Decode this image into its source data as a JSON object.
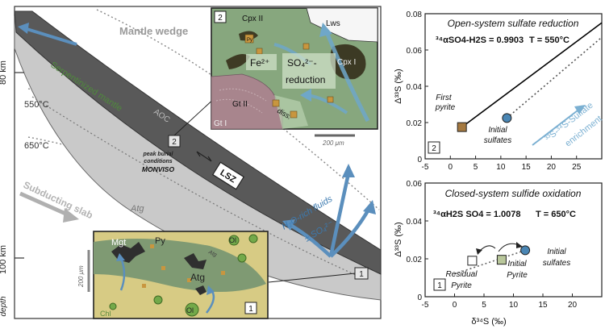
{
  "cross_section": {
    "label_mantle_wedge": "Mantle wedge",
    "label_80km": "80 km",
    "label_100km": "100 km",
    "label_depth": "depth",
    "label_serpentinized": "Serpentinized mantle",
    "label_aoc": "AOC",
    "label_550": "550°C",
    "label_650": "650°C",
    "label_peak1": "peak burial",
    "label_peak2": "conditions",
    "label_monviso": "MONVISO",
    "label_lsz": "LSZ",
    "label_subducting": "Subducting slab",
    "label_atg": "Atg",
    "label_fluids1": "H₂O-rich fluids",
    "label_fluids2": "± SO₄²⁻",
    "marker_1": "1",
    "marker_2": "2"
  },
  "inset2": {
    "number": "2",
    "cpx2": "Cpx II",
    "lws": "Lws",
    "py": "Py",
    "fe": "Fe²⁺",
    "so4": "SO₄²⁻-",
    "reduction": "reduction",
    "cpx1": "Cpx I",
    "gt2": "Gt II",
    "gt1": "Gt I",
    "diss": "diss.",
    "scale": "200 μm"
  },
  "inset1": {
    "number": "1",
    "mgt": "Mgt",
    "py": "Py",
    "ol_top": "Ol",
    "atg_small": "Atg",
    "atg": "Atg",
    "ol_bottom": "Ol",
    "chl": "Chl",
    "scale": "200 μm"
  },
  "chart_data": [
    {
      "type": "scatter",
      "title": "Open-system sulfate reduction",
      "annotation_alpha": "³⁴αSO4-H2S = 0.9903",
      "annotation_temp": "T = 550°C",
      "ylabel": "Δ³³S (‰)",
      "xlim": [
        -5,
        30
      ],
      "ylim": [
        0,
        0.08
      ],
      "x_ticks": [
        -5,
        0,
        5,
        10,
        15,
        20,
        25
      ],
      "y_ticks": [
        0,
        0.02,
        0.04,
        0.06,
        0.08
      ],
      "panel_number": "2",
      "points": [
        {
          "label": "First pyrite",
          "x": 2.3,
          "y": 0.0175,
          "marker": "square",
          "color": "#a5793f"
        },
        {
          "label": "Initial sulfates",
          "x": 11.2,
          "y": 0.0225,
          "marker": "circle",
          "color": "#4a86b4"
        }
      ],
      "lines": [
        {
          "style": "solid",
          "color": "#000000",
          "x": [
            2.3,
            30
          ],
          "y": [
            0.0175,
            0.075
          ]
        },
        {
          "style": "dotted",
          "color": "#555555",
          "x": [
            11.2,
            30
          ],
          "y": [
            0.0225,
            0.067
          ]
        }
      ],
      "arrow_label_1": "³³S-³⁴S-Sulfate",
      "arrow_label_2": "enrichment"
    },
    {
      "type": "scatter",
      "title": "Closed-system sulfide oxidation",
      "annotation_alpha": "³⁴αH2S SO4 = 1.0078",
      "annotation_temp": "T = 650°C",
      "ylabel": "Δ³³S (‰)",
      "xlabel": "δ³⁴S (‰)",
      "xlim": [
        -5,
        25
      ],
      "ylim": [
        0,
        0.06
      ],
      "x_ticks": [
        -5,
        0,
        5,
        10,
        15,
        20
      ],
      "y_ticks": [
        0,
        0.02,
        0.04,
        0.06
      ],
      "panel_number": "1",
      "points": [
        {
          "label": "Residual Pyrite",
          "x": 3.0,
          "y": 0.019,
          "marker": "square",
          "color": "#ffffff"
        },
        {
          "label": "Initial Pyrite",
          "x": 8.0,
          "y": 0.0195,
          "marker": "square",
          "color": "#b9c79b"
        },
        {
          "label": "Initial sulfates",
          "x": 12.0,
          "y": 0.0245,
          "marker": "circle",
          "color": "#4a86b4"
        }
      ],
      "lines": [
        {
          "style": "dotted",
          "color": "#666666",
          "x": [
            0,
            12
          ],
          "y": [
            0.012,
            0.0245
          ]
        }
      ]
    }
  ]
}
